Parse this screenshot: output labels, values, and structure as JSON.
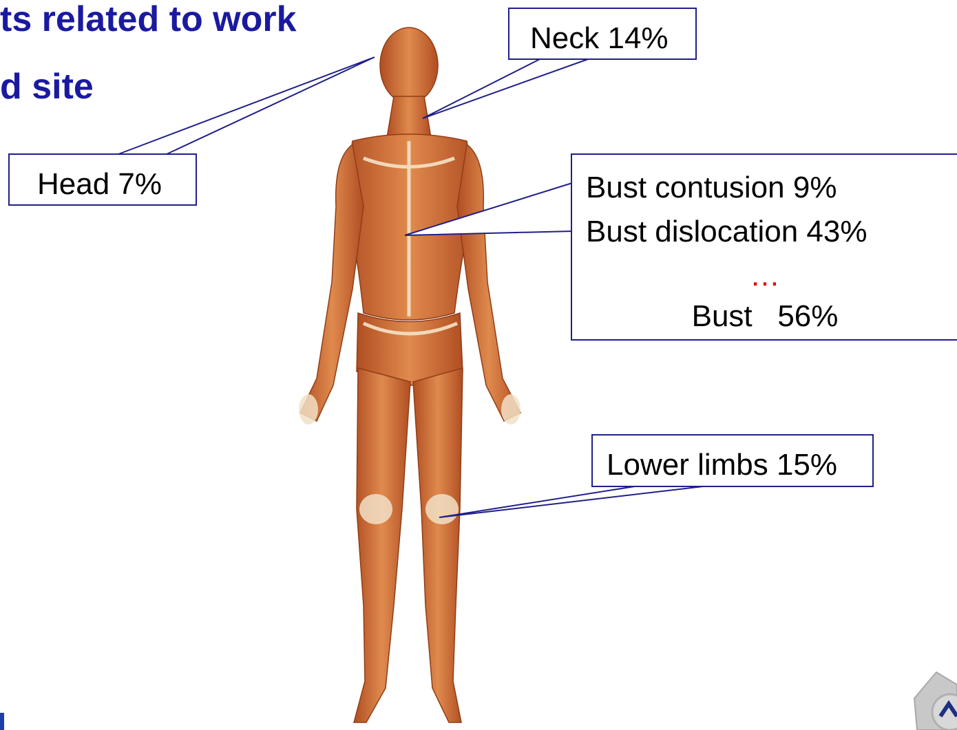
{
  "title": {
    "line1": "ts related to work",
    "line2": "d site"
  },
  "callouts": {
    "neck": "Neck 14%",
    "head": "Head 7%",
    "bust_contusion": "Bust contusion 9%",
    "bust_dislocation": "Bust dislocation 43%",
    "bust_ellipsis": "…",
    "bust_total": "Bust   56%",
    "lower_limbs": "Lower limbs 15%"
  },
  "colors": {
    "title": "#1a1aa0",
    "callout_border": "#1f1f8a",
    "ellipsis": "#e00000",
    "body": "#c9622c"
  },
  "icons": {
    "figure": "human-muscular-anatomy",
    "logo_right": "gear-logo-icon",
    "logo_left": "logo-fragment-icon"
  }
}
